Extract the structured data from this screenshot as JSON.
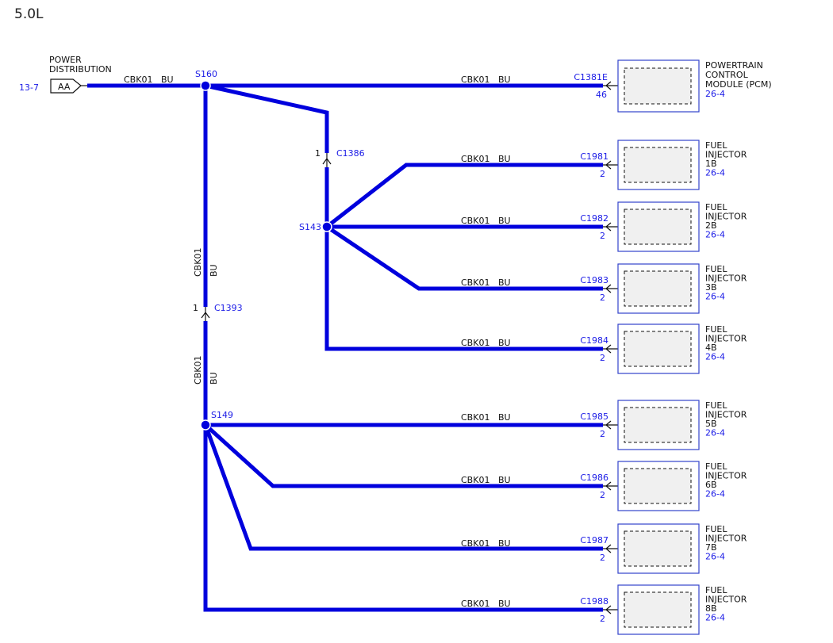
{
  "title": "5.0L",
  "power": {
    "label_line1": "POWER",
    "label_line2": "DISTRIBUTION",
    "ref": "13-7",
    "connector": "AA"
  },
  "wire": {
    "circuit": "CBK01",
    "color": "BU"
  },
  "splices": {
    "s160": "S160",
    "s143": "S143",
    "s149": "S149"
  },
  "inline": {
    "c1386": {
      "name": "C1386",
      "pin": "1"
    },
    "c1393": {
      "name": "C1393",
      "pin": "1"
    }
  },
  "pcm": {
    "connector": "C1381E",
    "pin": "46",
    "label_line1": "POWERTRAIN",
    "label_line2": "CONTROL",
    "label_line3": "MODULE (PCM)",
    "ref": "26-4"
  },
  "injectors": [
    {
      "connector": "C1981",
      "pin": "2",
      "line1": "FUEL",
      "line2": "INJECTOR",
      "line3": "1B",
      "ref": "26-4"
    },
    {
      "connector": "C1982",
      "pin": "2",
      "line1": "FUEL",
      "line2": "INJECTOR",
      "line3": "2B",
      "ref": "26-4"
    },
    {
      "connector": "C1983",
      "pin": "2",
      "line1": "FUEL",
      "line2": "INJECTOR",
      "line3": "3B",
      "ref": "26-4"
    },
    {
      "connector": "C1984",
      "pin": "2",
      "line1": "FUEL",
      "line2": "INJECTOR",
      "line3": "4B",
      "ref": "26-4"
    },
    {
      "connector": "C1985",
      "pin": "2",
      "line1": "FUEL",
      "line2": "INJECTOR",
      "line3": "5B",
      "ref": "26-4"
    },
    {
      "connector": "C1986",
      "pin": "2",
      "line1": "FUEL",
      "line2": "INJECTOR",
      "line3": "6B",
      "ref": "26-4"
    },
    {
      "connector": "C1987",
      "pin": "2",
      "line1": "FUEL",
      "line2": "INJECTOR",
      "line3": "7B",
      "ref": "26-4"
    },
    {
      "connector": "C1988",
      "pin": "2",
      "line1": "FUEL",
      "line2": "INJECTOR",
      "line3": "8B",
      "ref": "26-4"
    }
  ],
  "colors": {
    "wire": "#0000dd",
    "ref_text": "#1a1ae6",
    "component_border": "#3344cc"
  }
}
